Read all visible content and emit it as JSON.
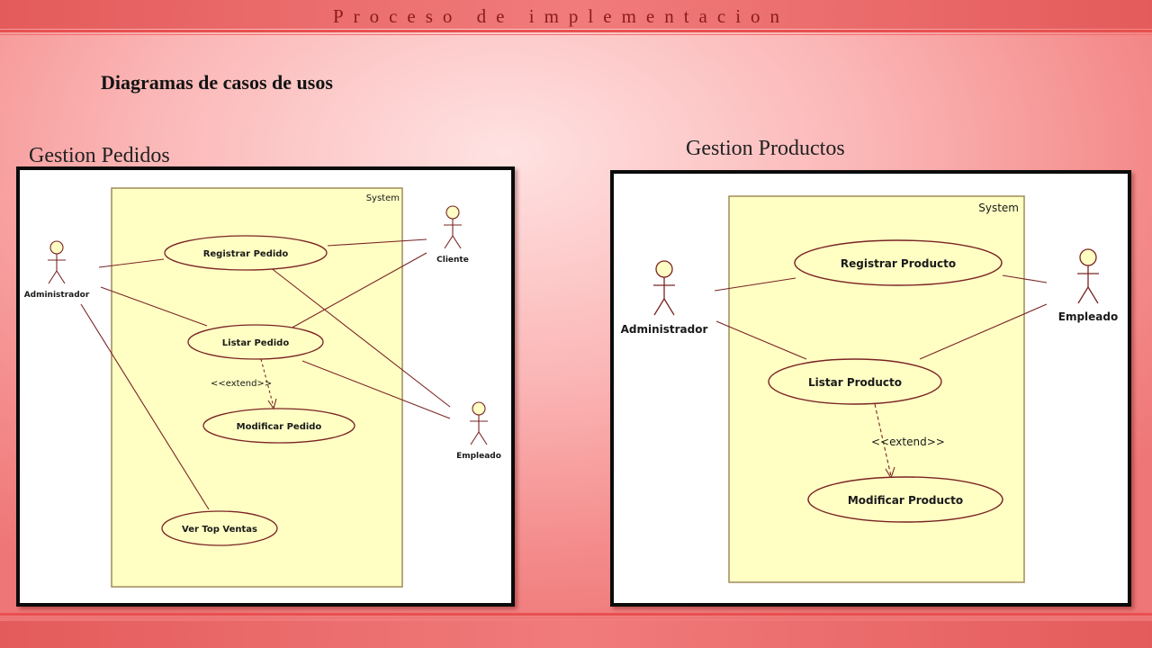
{
  "header": {
    "title": "Proceso de implementacion"
  },
  "page": {
    "heading": "Diagramas de casos de usos"
  },
  "diagrams": {
    "pedidos": {
      "title": "Gestion Pedidos",
      "system_label": "System",
      "actors": {
        "admin": "Administrador",
        "cliente": "Cliente",
        "empleado": "Empleado"
      },
      "usecases": {
        "registrar": "Registrar Pedido",
        "listar": "Listar Pedido",
        "modificar": "Modificar Pedido",
        "top": "Ver Top Ventas"
      },
      "extend_label": "<<extend>>"
    },
    "productos": {
      "title": "Gestion Productos",
      "system_label": "System",
      "actors": {
        "admin": "Administrador",
        "empleado": "Empleado"
      },
      "usecases": {
        "registrar": "Registrar Producto",
        "listar": "Listar Producto",
        "modificar": "Modificar Producto"
      },
      "extend_label": "<<extend>>"
    }
  },
  "colors": {
    "system_fill": "#ffffc4",
    "system_stroke": "#a08a5a",
    "line": "#7a2424",
    "actor_head": "#ffffc4"
  }
}
